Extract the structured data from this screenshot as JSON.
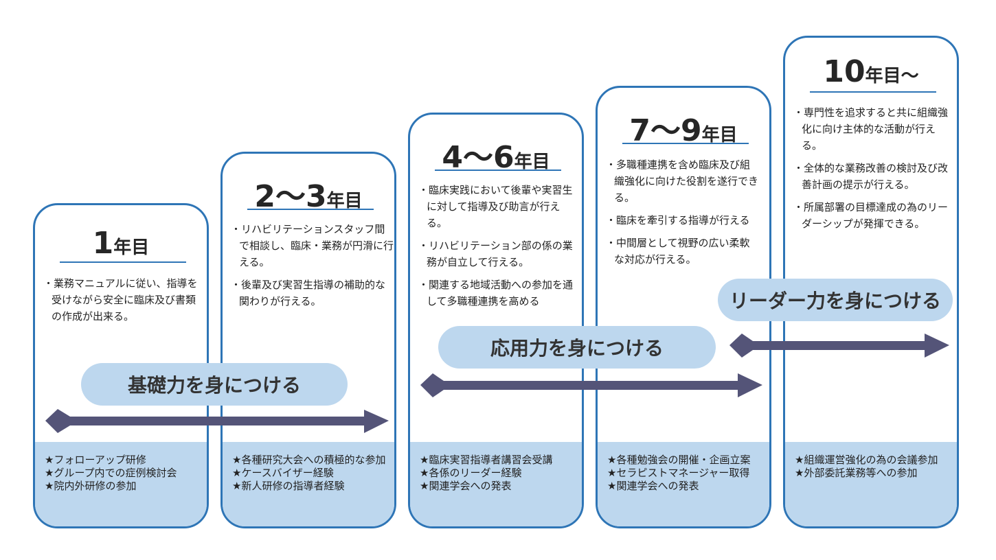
{
  "stages": [
    {
      "num": "1",
      "unit": "年目",
      "bullets": [
        "・業務マニュアルに従い、指導を受けながら安全に臨床及び書類の作成が出来る。"
      ],
      "items": [
        "★フォローアップ研修",
        "★グループ内での症例検討会",
        "★院内外研修の参加"
      ]
    },
    {
      "num": "2～3",
      "unit": "年目",
      "bullets": [
        "・リハビリテーションスタッフ間で相談し、臨床・業務が円滑に行える。",
        "・後輩及び実習生指導の補助的な関わりが行える。"
      ],
      "items": [
        "★各種研究大会への積極的な参加",
        "★ケースバイザー経験",
        "★新人研修の指導者経験"
      ]
    },
    {
      "num": "4～6",
      "unit": "年目",
      "bullets": [
        "・臨床実践において後輩や実習生に対して指導及び助言が行える。",
        "・リハビリテーション部の係の業務が自立して行える。",
        "・関連する地域活動への参加を通して多職種連携を高める"
      ],
      "items": [
        "★臨床実習指導者講習会受講",
        "★各係のリーダー経験",
        "★関連学会への発表"
      ]
    },
    {
      "num": "7～9",
      "unit": "年目",
      "bullets": [
        "・多職種連携を含め臨床及び組織強化に向けた役割を遂行できる。",
        "・臨床を牽引する指導が行える",
        "・中間層として視野の広い柔軟な対応が行える。"
      ],
      "items": [
        "★各種勉強会の開催・企画立案",
        "★セラピストマネージャー取得",
        "★関連学会への発表"
      ]
    },
    {
      "num": "10",
      "unit": "年目～",
      "bullets": [
        "・専門性を追求すると共に組織強化に向け主体的な活動が行える。",
        "・全体的な業務改善の検討及び改善計画の提示が行える。",
        "・所属部署の目標達成の為のリーダーシップが発揮できる。"
      ],
      "items": [
        "★組織運営強化の為の会議参加",
        "★外部委託業務等への参加"
      ]
    }
  ],
  "phases": [
    {
      "label": "基礎力を身につける"
    },
    {
      "label": "応用力を身につける"
    },
    {
      "label": "リーダー力を身につける"
    }
  ],
  "colors": {
    "border": "#2e75b6",
    "panel": "#bdd7ee",
    "arrow": "#545478"
  }
}
